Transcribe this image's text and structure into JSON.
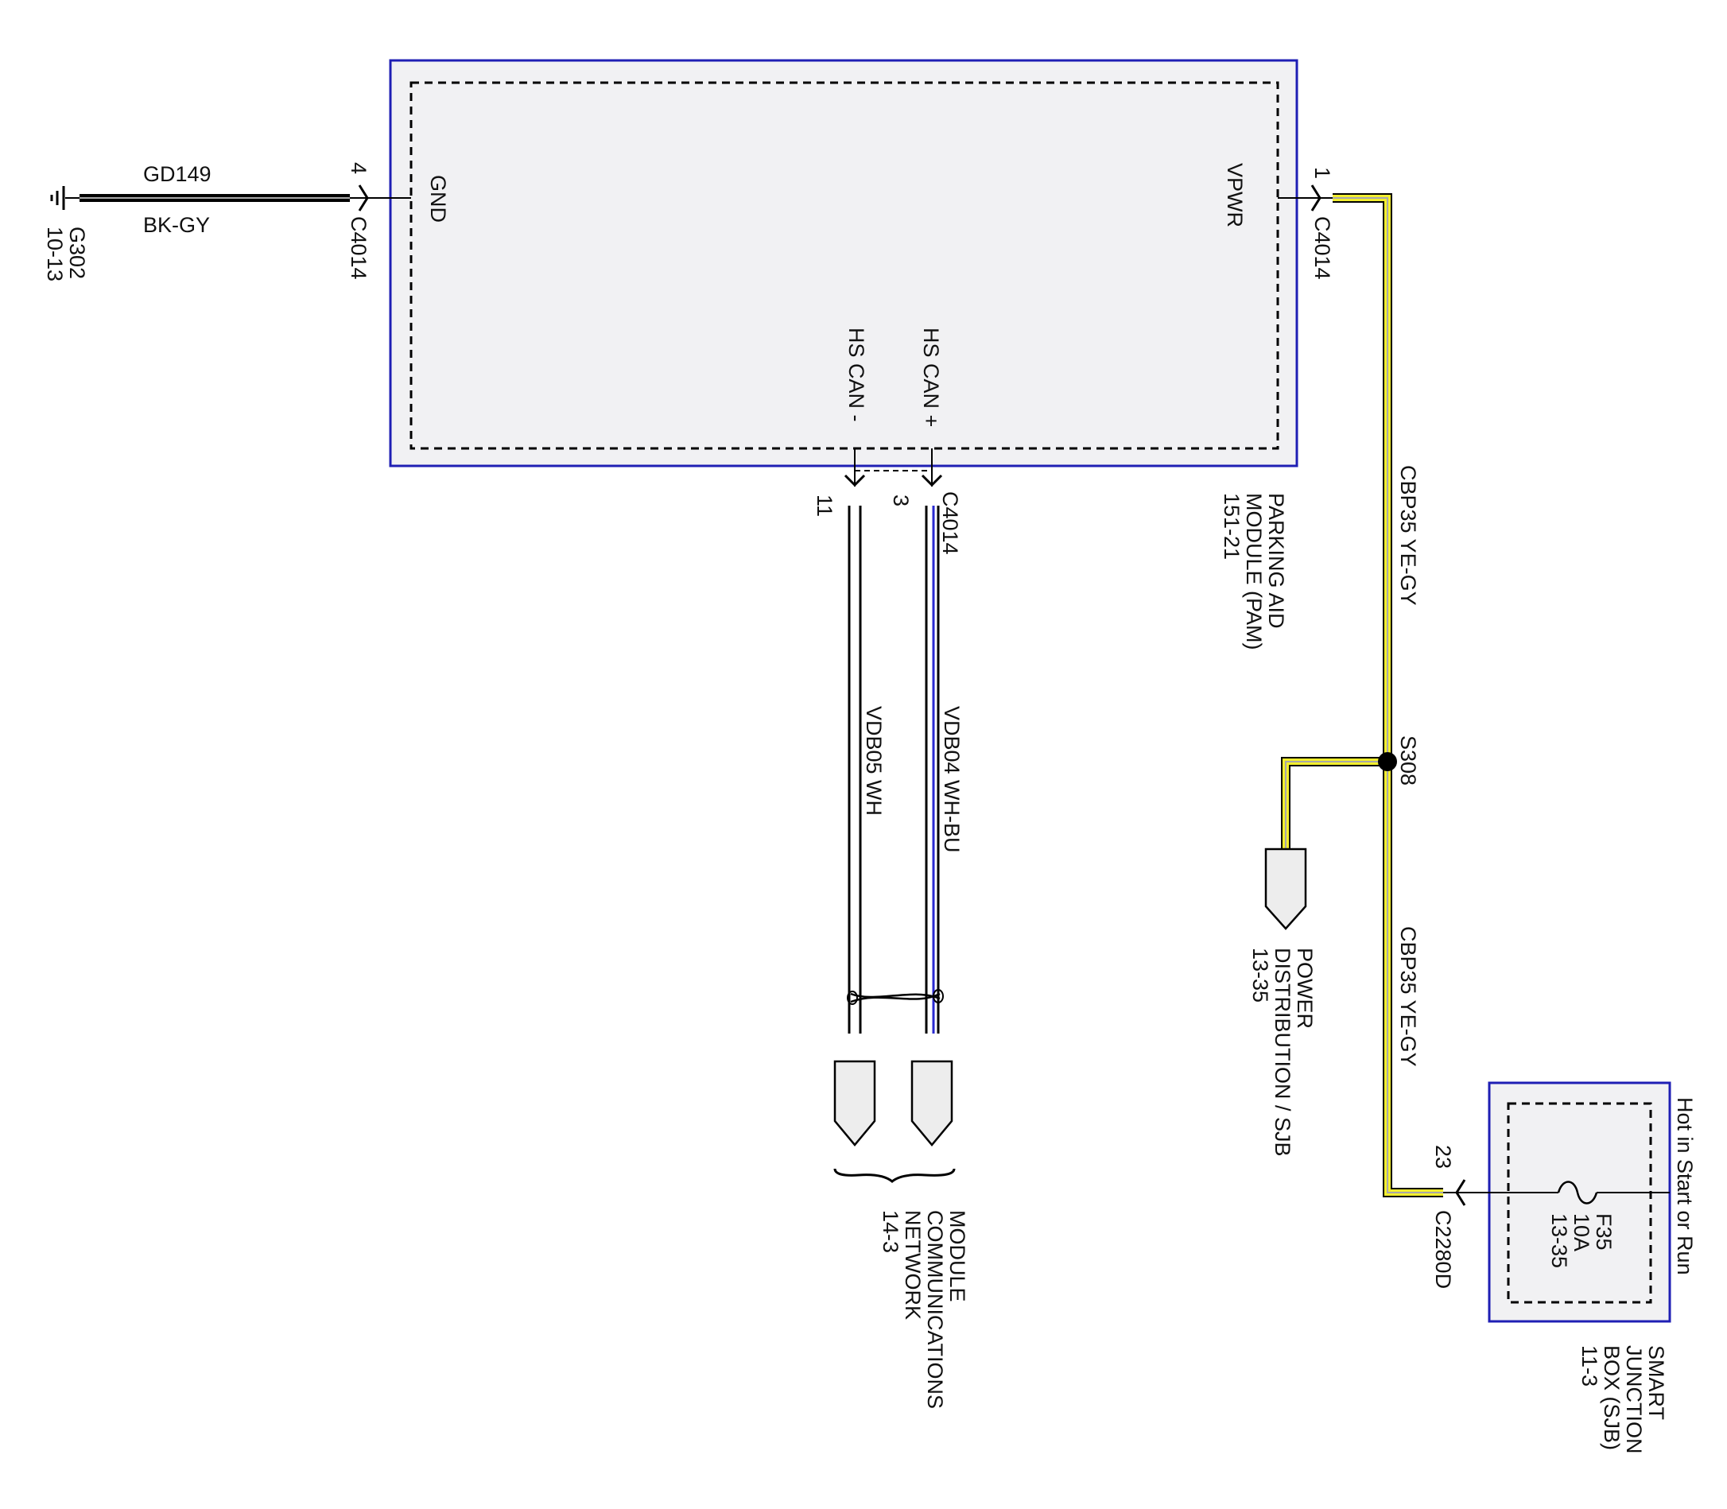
{
  "colors": {
    "module_border": "#1f1fb4",
    "module_fill": "#f1f1f3",
    "wire_black": "#000000",
    "wire_yellow": "#f2ee2e",
    "wire_blue": "#2a2ad0",
    "wire_gray": "#a8a8a8"
  },
  "ground": {
    "circuit": "GD149",
    "color_code": "BK-GY",
    "pin": "4",
    "connector": "C4014",
    "ground_id": "G302",
    "ground_ref": "10-13"
  },
  "pam": {
    "gnd_label": "GND",
    "vpwr_label": "VPWR",
    "can_minus_label": "HS CAN -",
    "can_plus_label": "HS CAN +",
    "name_line1": "PARKING AID",
    "name_line2": "MODULE (PAM)",
    "name_ref": "151-21"
  },
  "power_feed": {
    "pin": "1",
    "connector": "C4014",
    "circuit_upper": "CBP35   YE-GY",
    "splice": "S308",
    "circuit_lower": "CBP35   YE-GY"
  },
  "power_dist": {
    "line1": "POWER",
    "line2": "DISTRIBUTION / SJB",
    "line3": "13-35"
  },
  "can": {
    "pin_minus": "11",
    "pin_plus": "3",
    "connector": "C4014",
    "wire_minus": "VDB05   WH",
    "wire_plus": "VDB04   WH-BU",
    "dest_line1": "MODULE",
    "dest_line2": "COMMUNICATIONS",
    "dest_line3": "NETWORK",
    "dest_ref": "14-3"
  },
  "sjb": {
    "pin": "23",
    "connector": "C2280D",
    "fuse_id": "F35",
    "fuse_rating": "10A",
    "fuse_ref": "13-35",
    "hot_label": "Hot in Start or Run",
    "name_line1": "SMART",
    "name_line2": "JUNCTION",
    "name_line3": "BOX (SJB)",
    "name_ref": "11-3"
  }
}
